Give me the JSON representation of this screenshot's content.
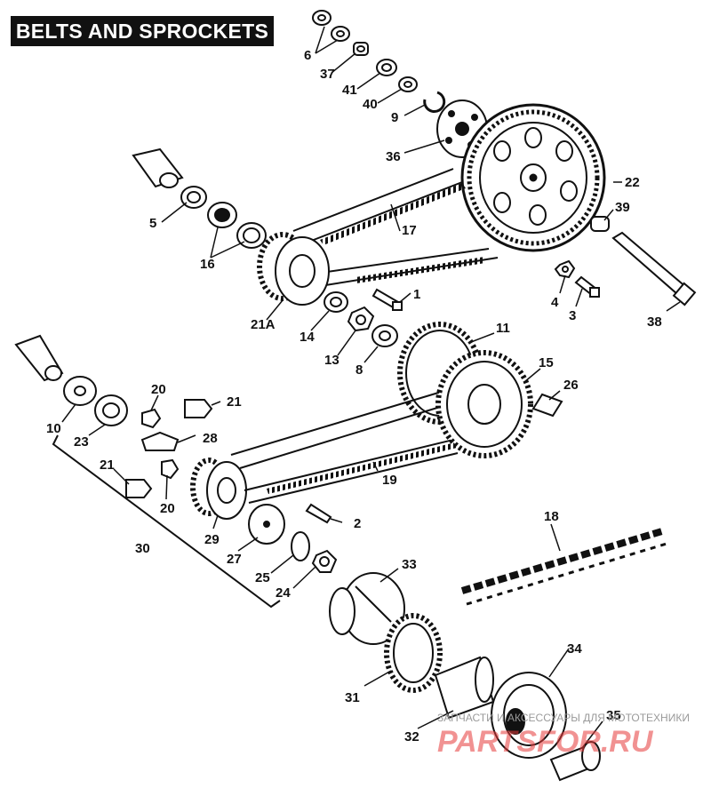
{
  "title": "BELTS AND SPROCKETS",
  "callouts": [
    "1",
    "2",
    "3",
    "4",
    "5",
    "6",
    "8",
    "9",
    "10",
    "11",
    "13",
    "14",
    "15",
    "16",
    "17",
    "18",
    "19",
    "20",
    "20",
    "21",
    "21",
    "21A",
    "22",
    "23",
    "24",
    "25",
    "26",
    "27",
    "28",
    "29",
    "30",
    "31",
    "32",
    "33",
    "34",
    "35",
    "36",
    "37",
    "38",
    "39",
    "40",
    "41"
  ],
  "watermark": {
    "line1": "ЗАПЧАСТИ И АКСЕССУАРЫ ДЛЯ МОТОТЕХНИКИ",
    "line2": "PARTSFOR.RU"
  },
  "colors": {
    "ink": "#111111",
    "watermark_red": "#e63a3a",
    "watermark_grey": "#9a9a9a"
  }
}
